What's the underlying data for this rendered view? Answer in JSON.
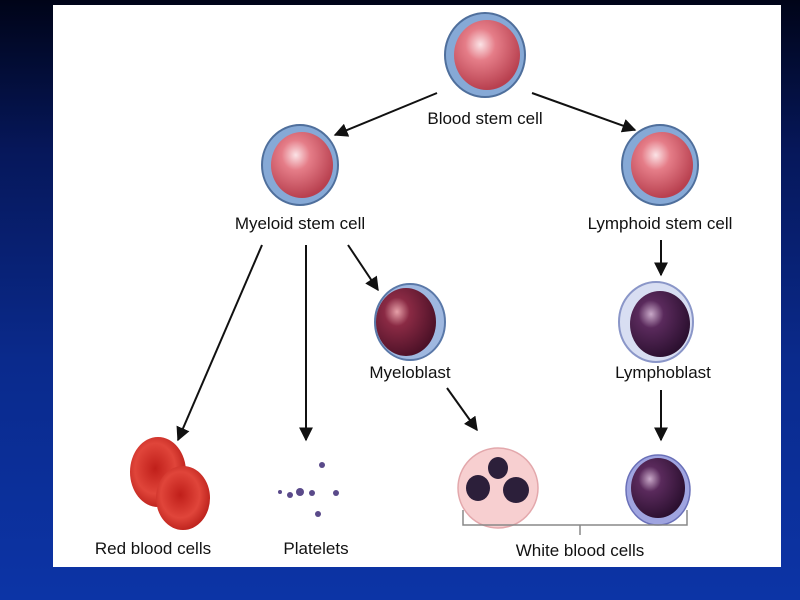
{
  "diagram": {
    "nodes": {
      "blood_stem_cell": "Blood stem cell",
      "myeloid_stem_cell": "Myeloid stem cell",
      "lymphoid_stem_cell": "Lymphoid stem cell",
      "myeloblast": "Myeloblast",
      "lymphoblast": "Lymphoblast",
      "red_blood_cells": "Red blood cells",
      "platelets": "Platelets",
      "white_blood_cells": "White blood cells"
    },
    "edges": [
      [
        "Blood stem cell",
        "Myeloid stem cell"
      ],
      [
        "Blood stem cell",
        "Lymphoid stem cell"
      ],
      [
        "Myeloid stem cell",
        "Red blood cells"
      ],
      [
        "Myeloid stem cell",
        "Platelets"
      ],
      [
        "Myeloid stem cell",
        "Myeloblast"
      ],
      [
        "Myeloblast",
        "White blood cells"
      ],
      [
        "Lymphoid stem cell",
        "Lymphoblast"
      ],
      [
        "Lymphoblast",
        "White blood cells"
      ]
    ],
    "colors": {
      "stem_cell": "#d9606e",
      "membrane": "#7ea6d4",
      "blast": "#6a1f38",
      "rbc": "#d8322a",
      "neutrophil": "#f7cfd0",
      "lymph": "#3c1a3e"
    }
  }
}
